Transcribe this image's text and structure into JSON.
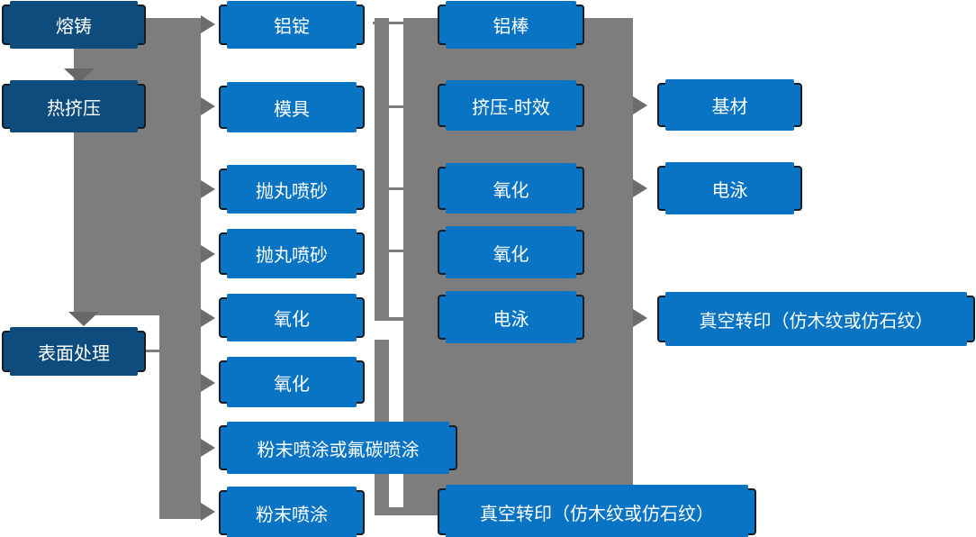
{
  "flowchart": {
    "columns": {
      "stages": [
        "熔铸",
        "热挤压",
        "表面处理"
      ],
      "material_line": [
        "铝锭",
        "模具",
        "抛丸喷砂",
        "抛丸喷砂",
        "氧化",
        "氧化",
        "粉末喷涂或氟碳喷涂",
        "粉末喷涂"
      ],
      "extrusion_line": [
        "铝棒",
        "挤压-时效",
        "氧化",
        "氧化",
        "电泳",
        "真空转印（仿木纹或仿石纹）"
      ],
      "finish_line": [
        "基材",
        "电泳",
        "真空转印（仿木纹或仿石纹）"
      ]
    },
    "colors": {
      "stage_fill": "#0d4c7d",
      "process_fill": "#0a74c4",
      "connector_gray": "#7d7d7d",
      "arrow_gray": "#6d6d6d",
      "box_border": "#161c24",
      "text": "#ffffff"
    }
  }
}
